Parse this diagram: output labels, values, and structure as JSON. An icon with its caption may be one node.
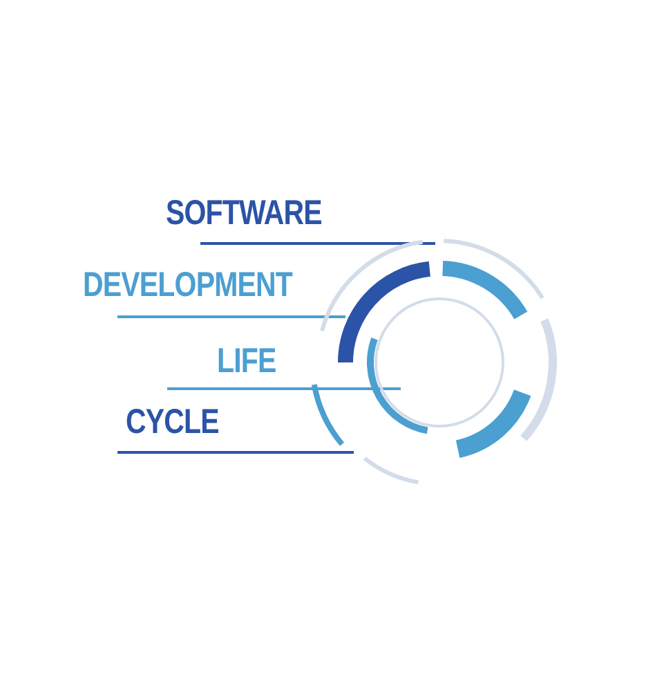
{
  "diagram": {
    "labels": [
      "SOFTWARE",
      "DEVELOPMENT",
      "LIFE",
      "CYCLE"
    ]
  }
}
